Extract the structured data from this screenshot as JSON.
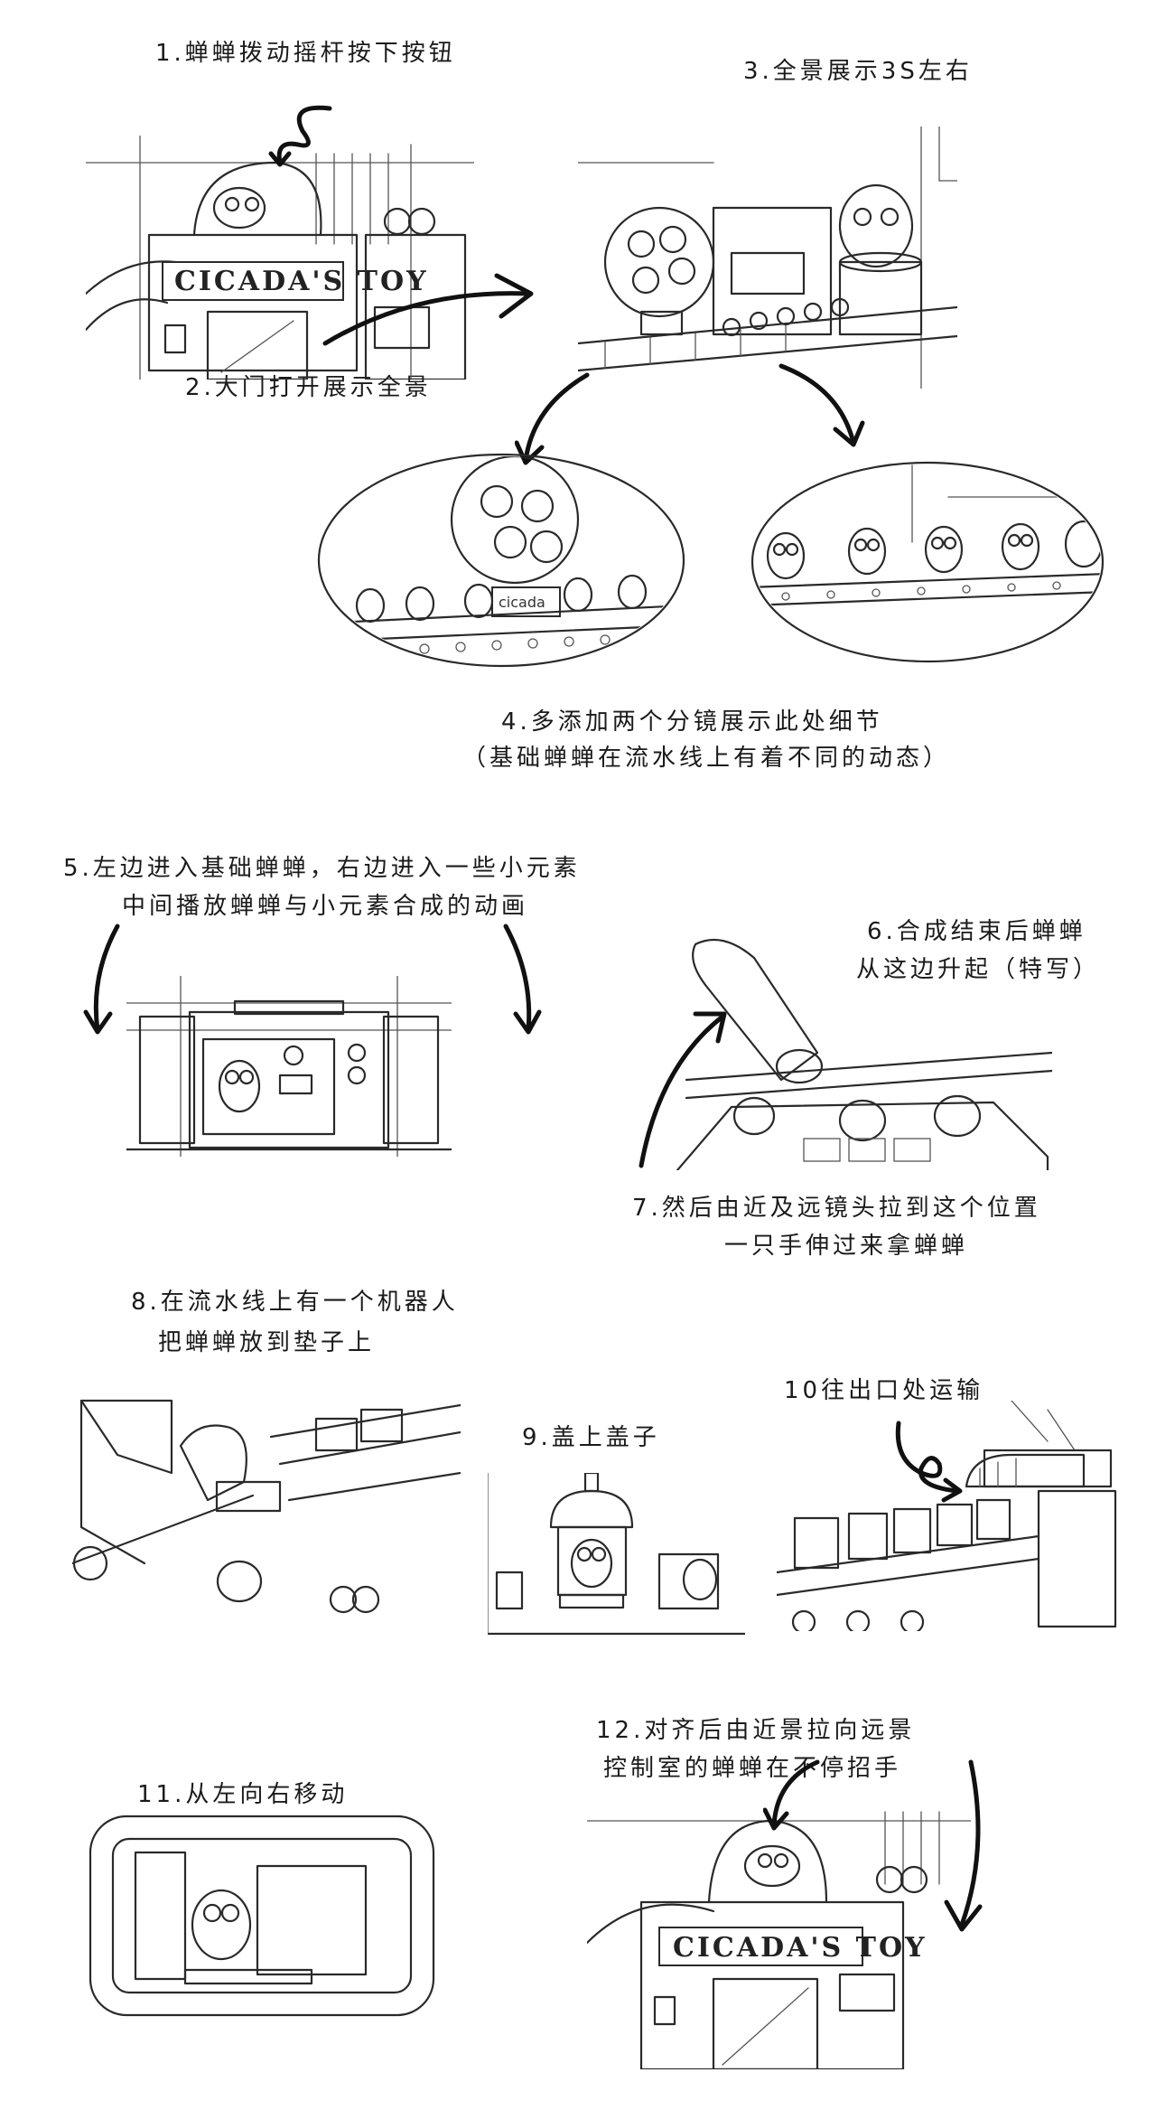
{
  "notes": {
    "n1": "1.蝉蝉拨动摇杆按下按钮",
    "n2": "2.大门打开展示全景",
    "n3": "3.全景展示3S左右",
    "n4a": "4.多添加两个分镜展示此处细节",
    "n4b": "（基础蝉蝉在流水线上有着不同的动态）",
    "n5a": "5.左边进入基础蝉蝉，右边进入一些小元素",
    "n5b": "中间播放蝉蝉与小元素合成的动画",
    "n6a": "6.合成结束后蝉蝉",
    "n6b": "从这边升起（特写）",
    "n7a": "7.然后由近及远镜头拉到这个位置",
    "n7b": "一只手伸过来拿蝉蝉",
    "n8a": "8.在流水线上有一个机器人",
    "n8b": "把蝉蝉放到垫子上",
    "n9": "9.盖上盖子",
    "n10": "10往出口处运输",
    "n11": "11.从左向右移动",
    "n12a": "12.对齐后由近景拉向远景",
    "n12b": "控制室的蝉蝉在不停招手"
  },
  "signs": {
    "shop_sign": "CICADA'S TOY",
    "shop_sign_2": "CICADA'S TOY",
    "machine_label": "cicada"
  },
  "icons": [
    "curl-arrow-icon",
    "arrow-right-icon",
    "arrow-down-left-icon",
    "arrow-down-right-icon",
    "arrow-up-icon"
  ]
}
